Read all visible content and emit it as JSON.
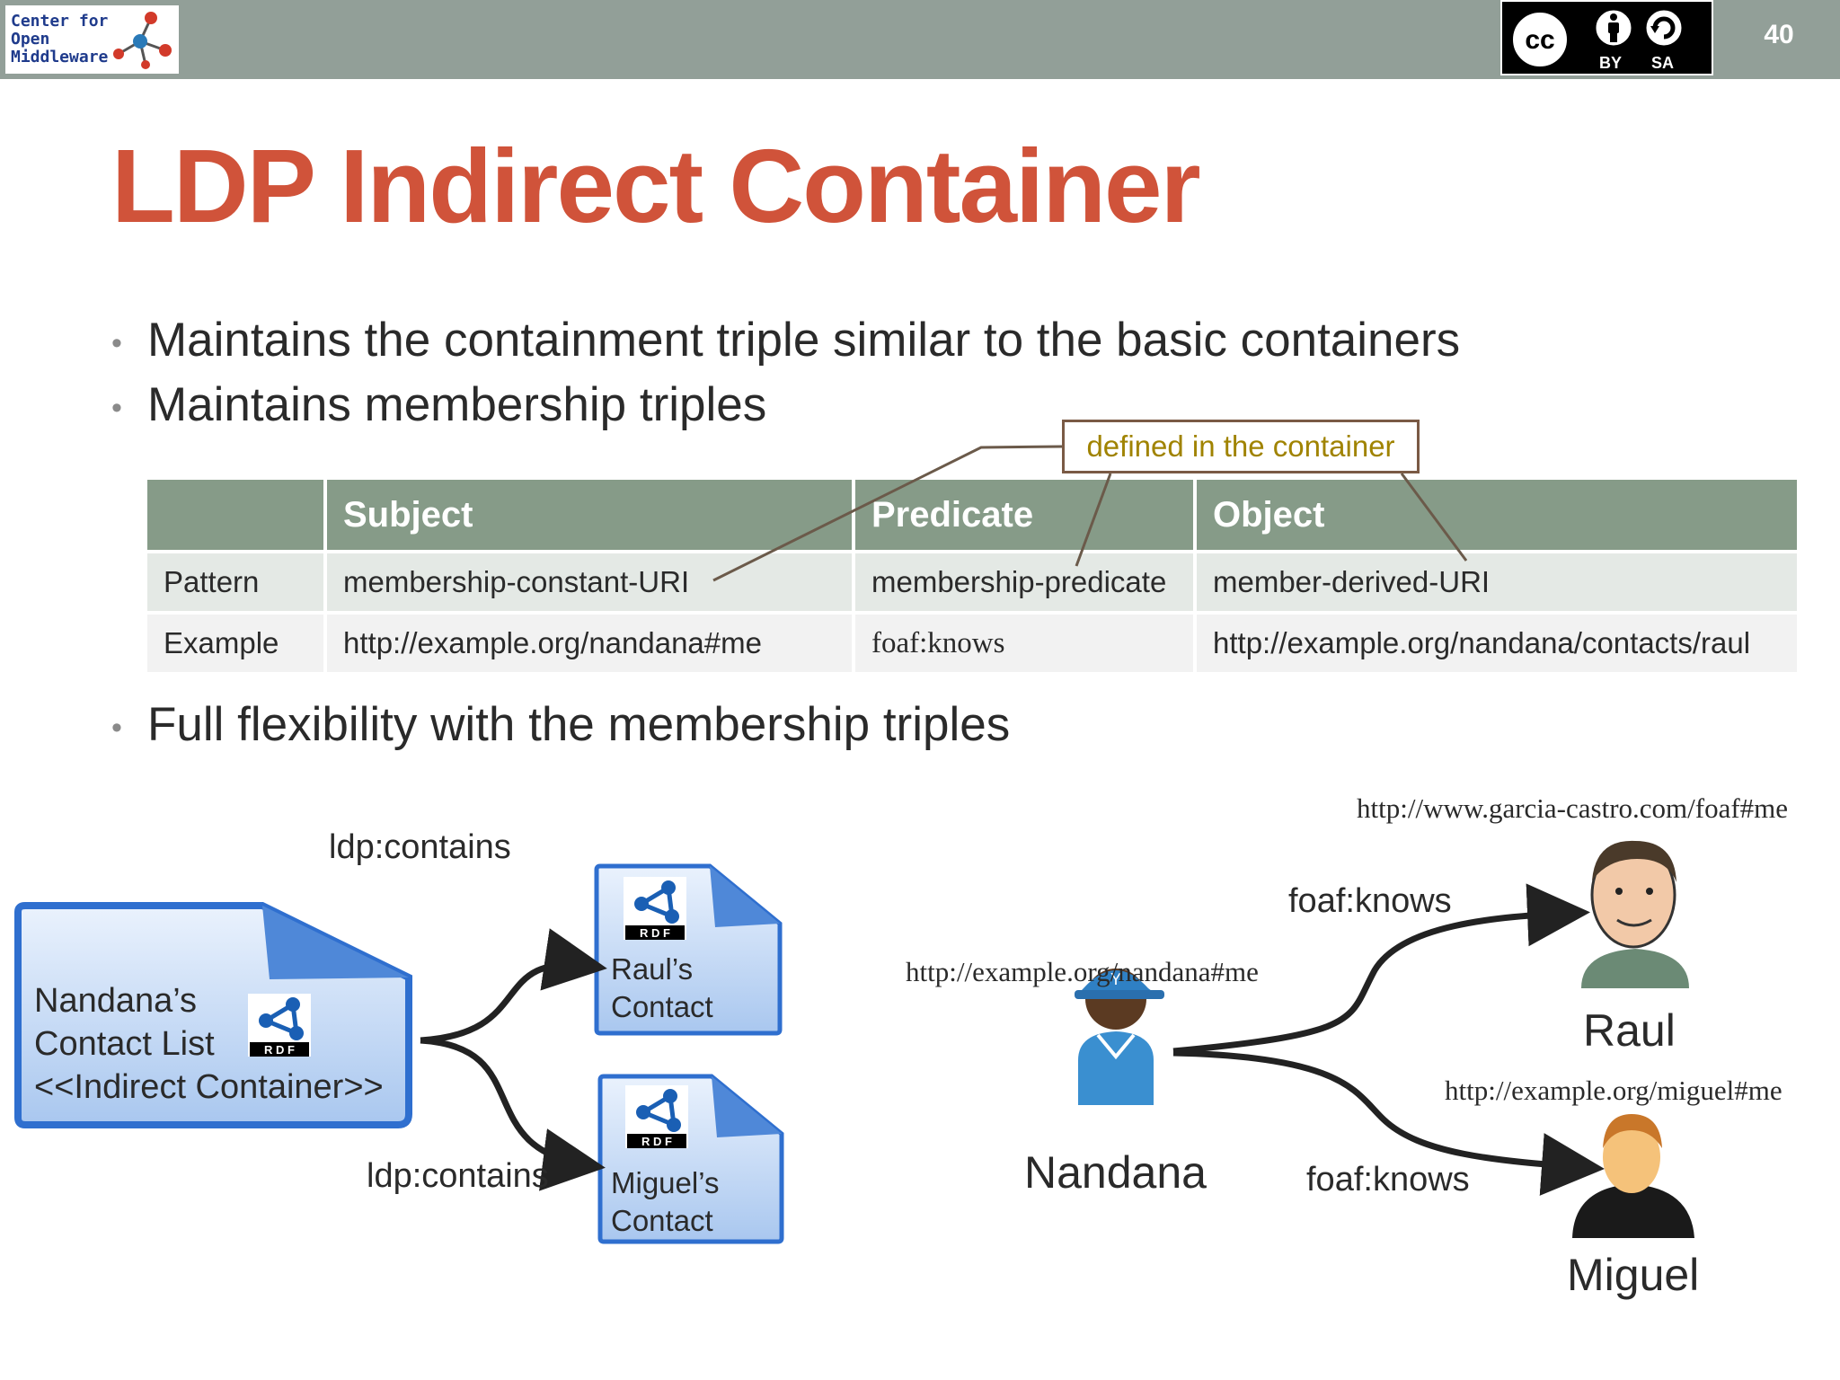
{
  "header": {
    "logo_text": "Center for\nOpen\nMiddleware",
    "cc_labels": {
      "cc": "cc",
      "by": "BY",
      "sa": "SA"
    },
    "page_number": "40"
  },
  "title": "LDP Indirect Container",
  "bullets": [
    "Maintains the containment triple similar to the basic containers",
    "Maintains membership triples",
    "Full flexibility with the membership triples"
  ],
  "callout": "defined in the container",
  "table": {
    "headers": [
      "",
      "Subject",
      "Predicate",
      "Object"
    ],
    "rows": [
      {
        "label": "Pattern",
        "subject": "membership-constant-URI",
        "predicate": "membership-predicate",
        "object": "member-derived-URI"
      },
      {
        "label": "Example",
        "subject": "http://example.org/nandana#me",
        "predicate": "foaf:knows",
        "object": "http://example.org/nandana/contacts/raul"
      }
    ]
  },
  "left_diagram": {
    "container": {
      "line1": "Nandana’s",
      "line2": "Contact List",
      "line3": "<<Indirect Container>>"
    },
    "edge_labels": [
      "ldp:contains",
      "ldp:contains"
    ],
    "doc1": {
      "line1": "Raul’s",
      "line2": "Contact"
    },
    "doc2": {
      "line1": "Miguel’s",
      "line2": "Contact"
    },
    "rdf_label": "R D F"
  },
  "right_diagram": {
    "raul_uri": "http://www.garcia-castro.com/foaf#me",
    "nandana_uri": "http://example.org/nandana#me",
    "miguel_uri": "http://example.org/miguel#me",
    "edge_labels": [
      "foaf:knows",
      "foaf:knows"
    ],
    "names": {
      "nandana": "Nandana",
      "raul": "Raul",
      "miguel": "Miguel"
    }
  },
  "colors": {
    "header_bar": "#929f98",
    "title": "#d0533a",
    "table_header": "#869b88",
    "pattern_text": "#2f6b12",
    "callout_text": "#a08300"
  }
}
